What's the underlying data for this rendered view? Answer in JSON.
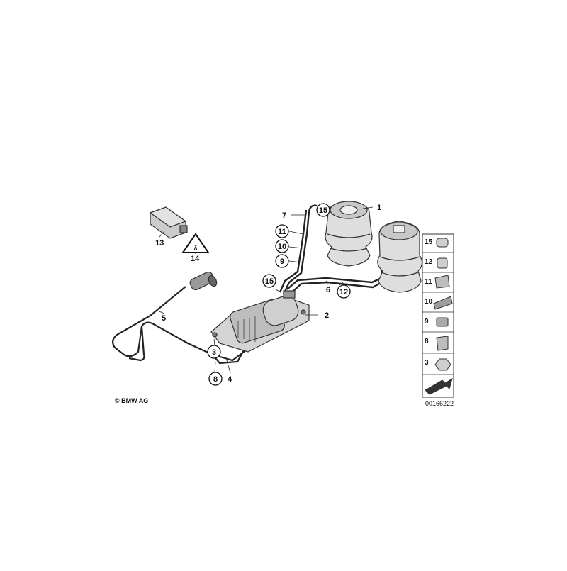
{
  "diagram": {
    "copyright": "© BMW AG",
    "diagram_number": "00166222",
    "plain_labels": [
      "1",
      "2",
      "4",
      "5",
      "6",
      "7",
      "13",
      "14"
    ],
    "circled_labels": [
      "15",
      "11",
      "10",
      "9",
      "15",
      "12",
      "3",
      "8"
    ],
    "legend": [
      "15",
      "12",
      "11",
      "10",
      "9",
      "8",
      "3"
    ]
  }
}
